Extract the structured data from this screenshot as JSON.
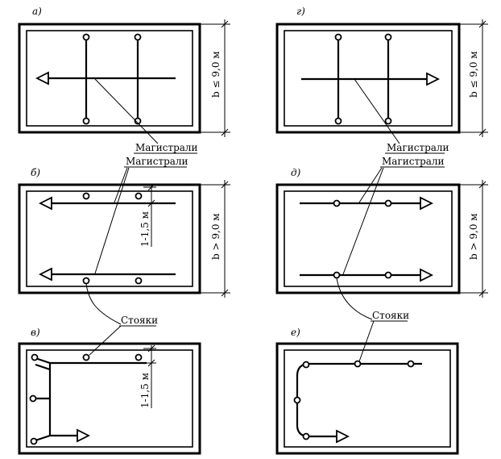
{
  "panels": {
    "a": "а)",
    "b": "б)",
    "v": "в)",
    "g": "г)",
    "d": "д)",
    "e": "е)"
  },
  "labels": {
    "mains_top_left": "Магистрали",
    "mains_top_right": "Магистрали",
    "mains_mid_left": "Магистрали",
    "mains_mid_right": "Магистрали",
    "risers_left": "Стояки",
    "risers_right": "Стояки"
  },
  "dimensions": {
    "width_le_left": "b ≤ 9,0 м",
    "width_le_right": "b ≤ 9,0 м",
    "width_gt_left": "b > 9,0 м",
    "width_gt_right": "b > 9,0 м",
    "offset_b": "1-1,5 м",
    "offset_v": "1-1,5 м"
  }
}
